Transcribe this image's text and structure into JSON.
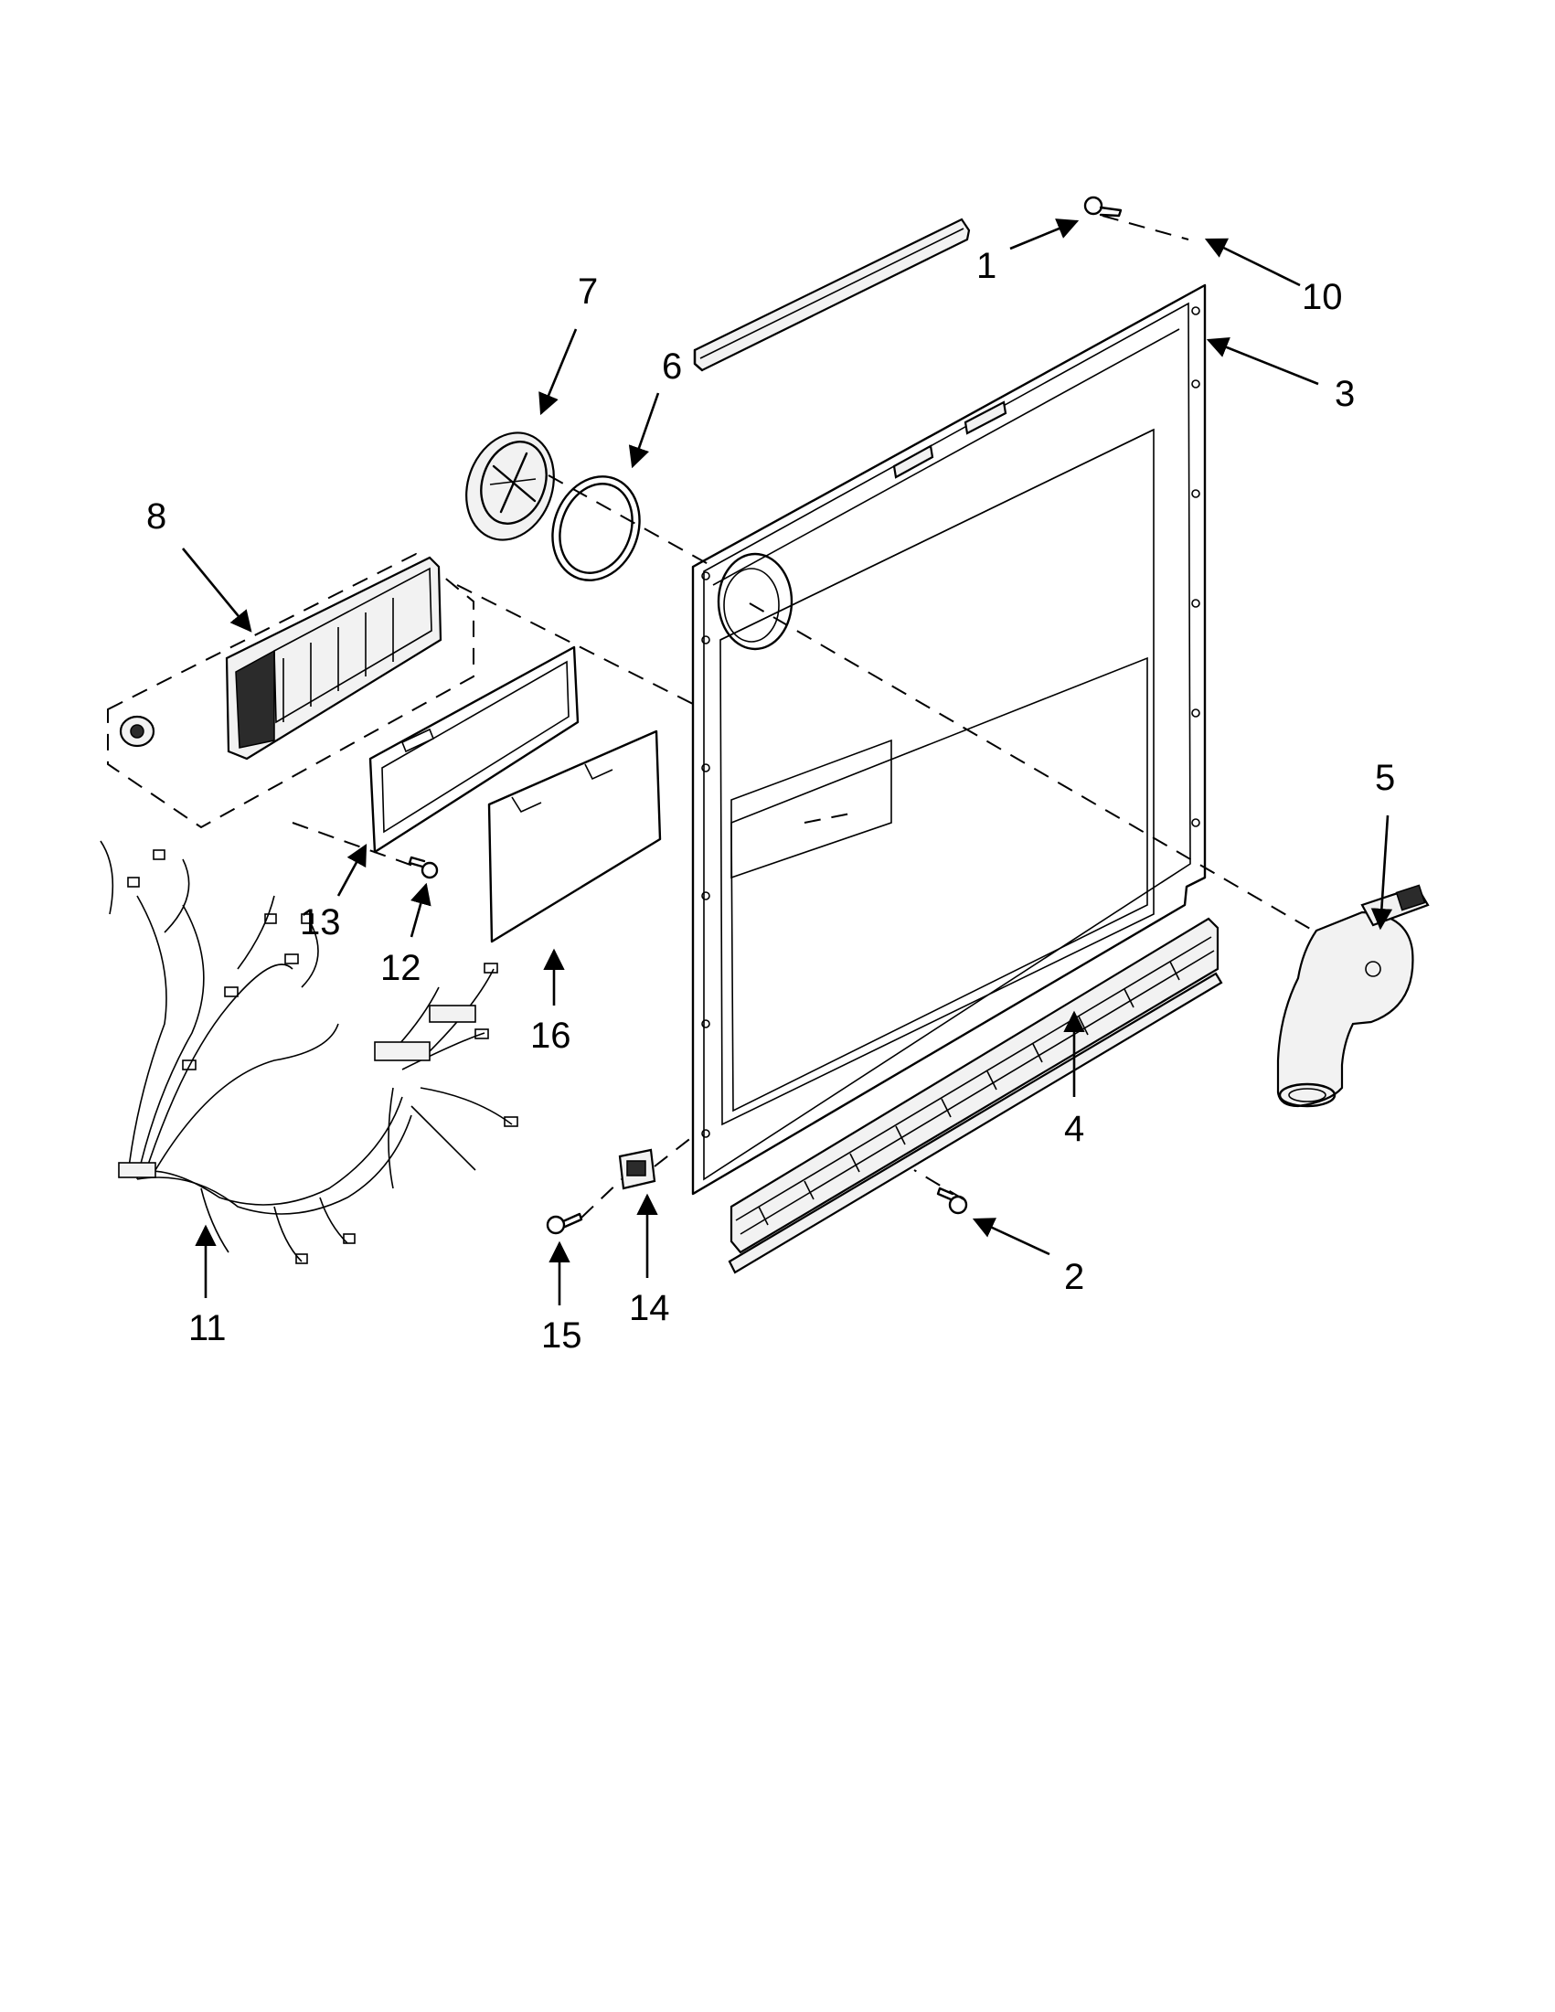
{
  "callouts": {
    "c1": "1",
    "c2": "2",
    "c3": "3",
    "c4": "4",
    "c5": "5",
    "c6": "6",
    "c7": "7",
    "c8": "8",
    "c10": "10",
    "c11": "11",
    "c12": "12",
    "c13": "13",
    "c14": "14",
    "c15": "15",
    "c16": "16"
  }
}
